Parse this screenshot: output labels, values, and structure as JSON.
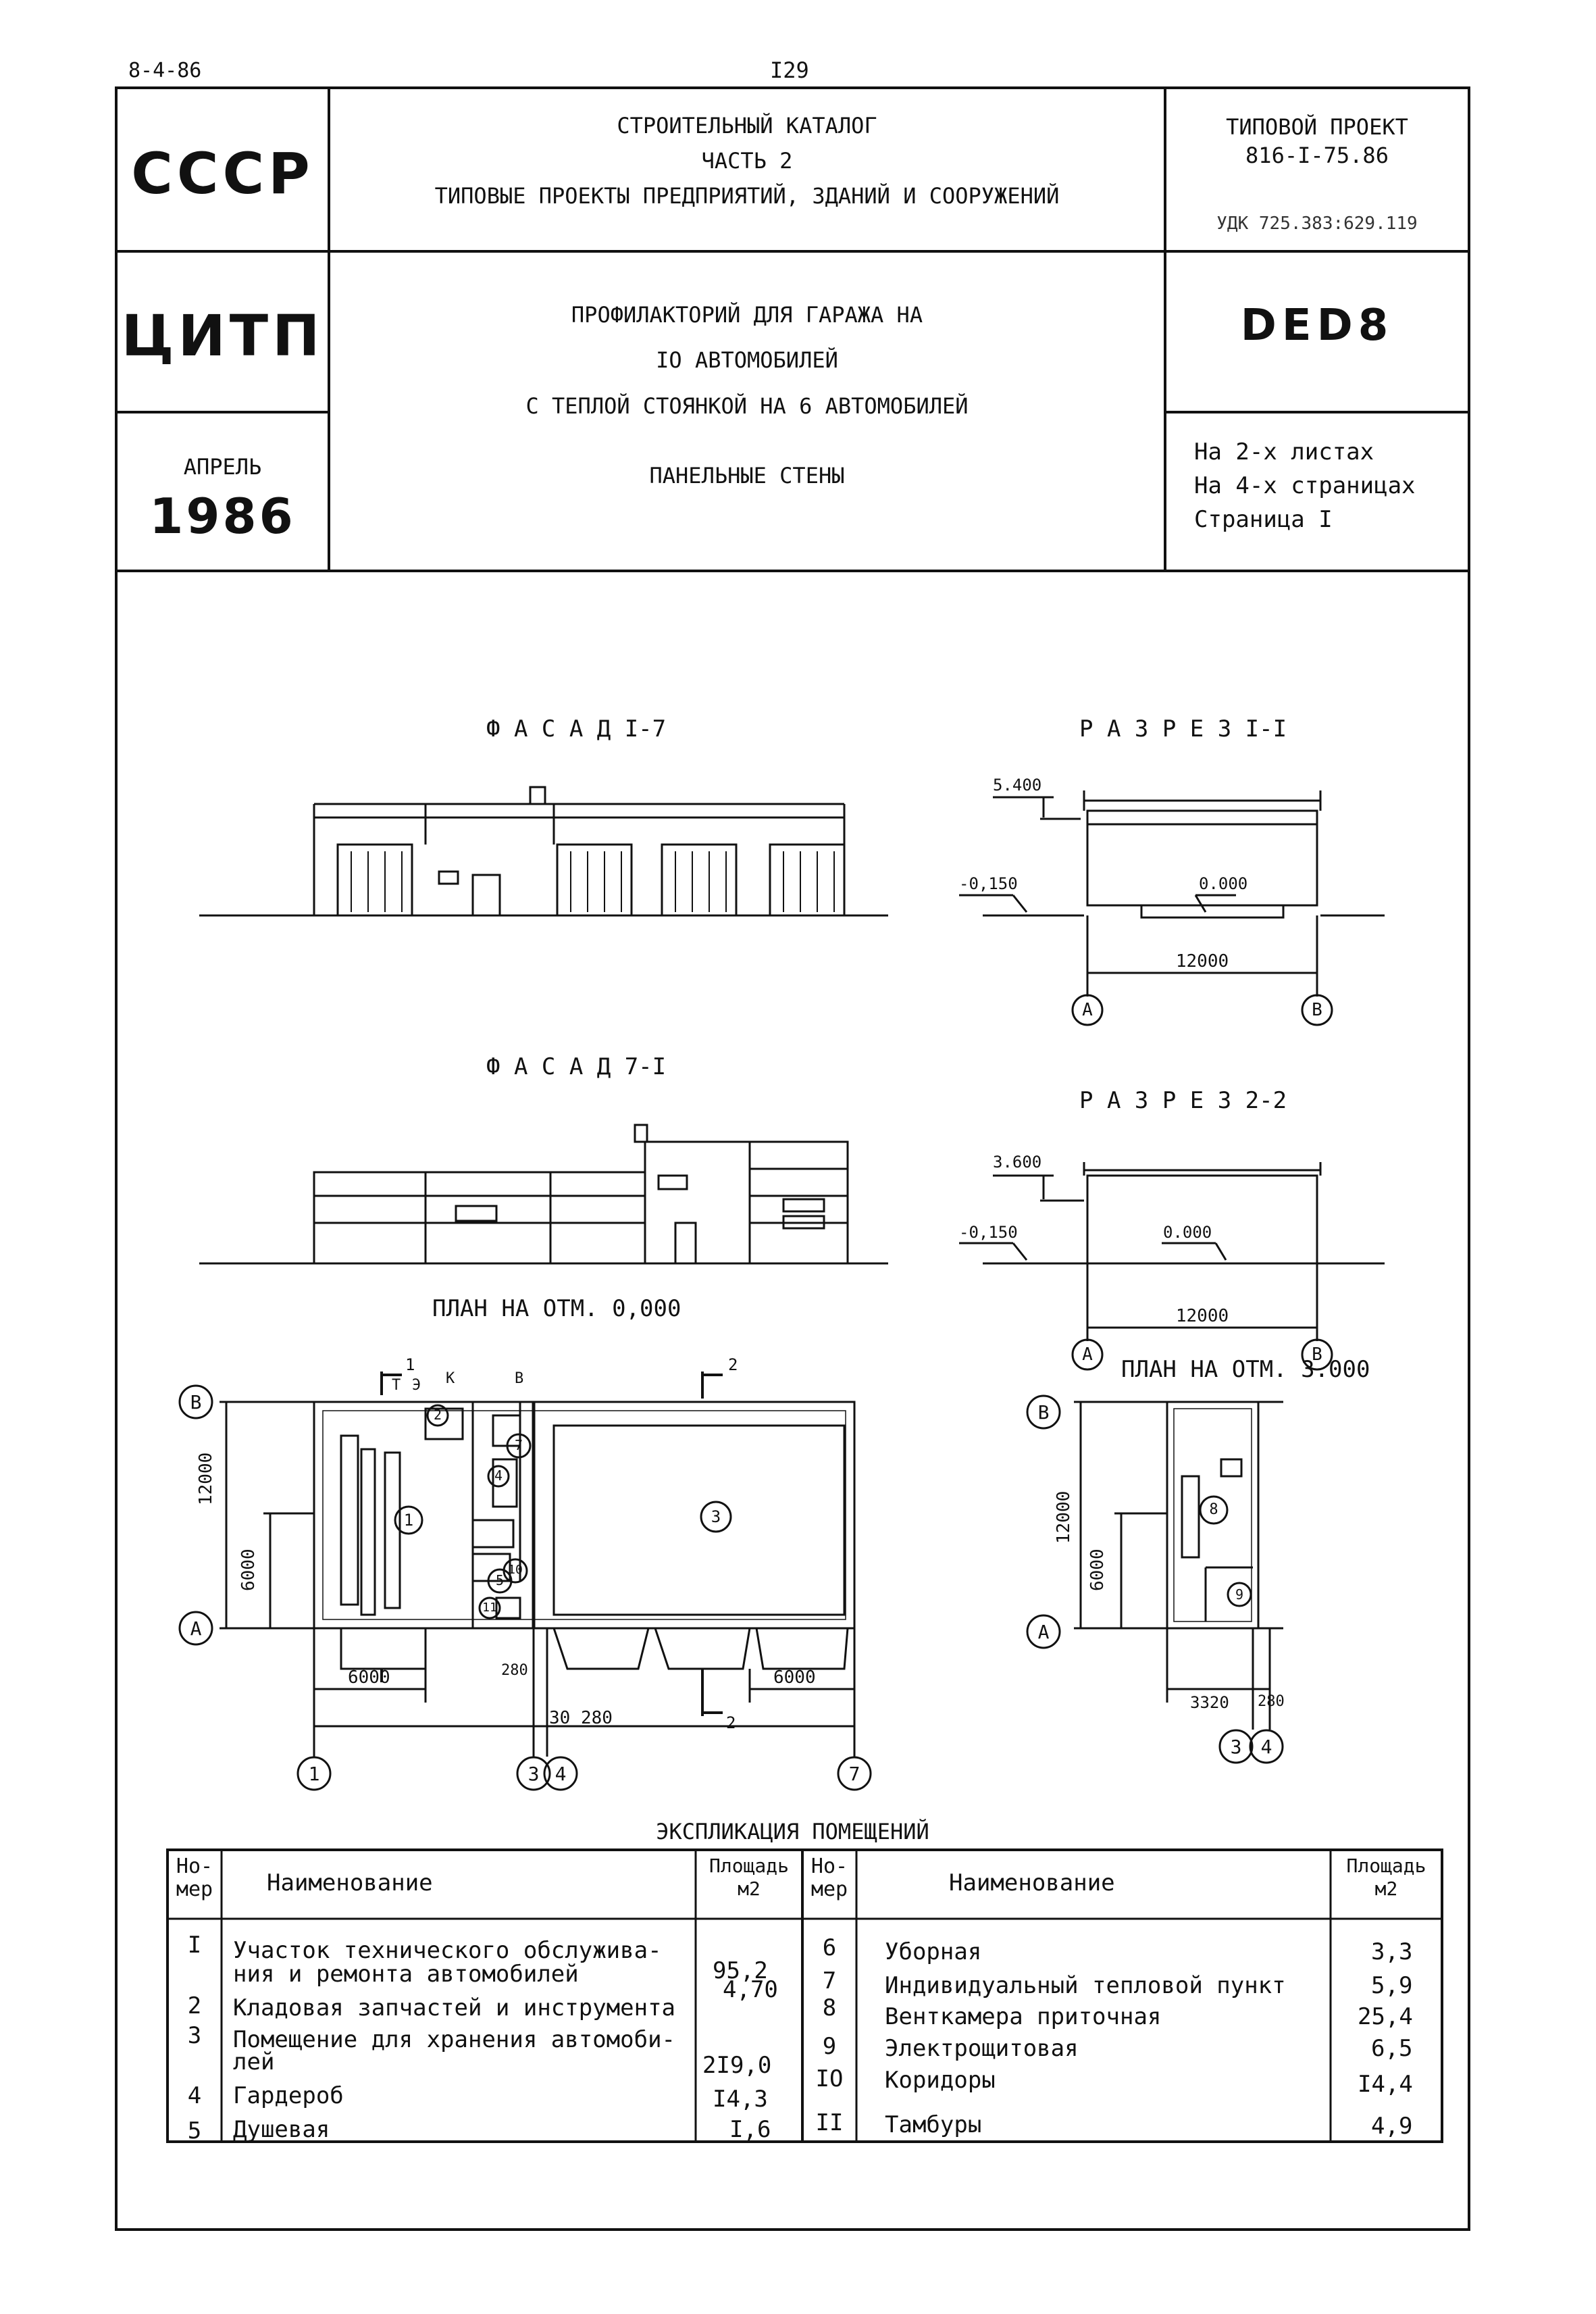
{
  "page": {
    "doc_code": "8-4-86",
    "page_number": "I29"
  },
  "header": {
    "country": "СССР",
    "org": "ЦИТП",
    "month": "АПРЕЛЬ",
    "year": "1986",
    "catalog_line1": "СТРОИТЕЛЬНЫЙ КАТАЛОГ",
    "catalog_line2": "ЧАСТЬ 2",
    "catalog_line3": "ТИПОВЫЕ ПРОЕКТЫ ПРЕДПРИЯТИЙ, ЗДАНИЙ И СООРУЖЕНИЙ",
    "project_label": "ТИПОВОЙ ПРОЕКТ",
    "project_number": "816-I-75.86",
    "udk": "УДК 725.383:629.119",
    "code": "DED8",
    "title_line1": "ПРОФИЛАКТОРИЙ ДЛЯ ГАРАЖА НА",
    "title_line2": "IO АВТОМОБИЛЕЙ",
    "title_line3": "С ТЕПЛОЙ СТОЯНКОЙ НА 6 АВТОМОБИЛЕЙ",
    "title_line4": "ПАНЕЛЬНЫЕ СТЕНЫ",
    "sheets": "На 2-х листах",
    "pages": "На 4-х страницах",
    "page": "Страница I"
  },
  "drawings": {
    "facade_1_7": "Ф А С А Д   I-7",
    "facade_7_1": "Ф А С А Д   7-I",
    "section_1_1": "Р А З Р Е З   I-I",
    "section_2_2": "Р А З Р Е З   2-2",
    "plan_0": "ПЛАН НА ОТМ. 0,000",
    "plan_3": "ПЛАН НА ОТМ. 3.000",
    "sec1_elev_top": "5.400",
    "sec1_elev_low": "-0,150",
    "sec1_elev_floor": "0.000",
    "sec1_span": "12000",
    "sec2_elev_top": "3.600",
    "sec2_elev_low": "-0,150",
    "sec2_elev_floor": "0.000",
    "sec2_span": "12000",
    "axis_a": "A",
    "axis_b": "B",
    "axis_1": "1",
    "axis_3": "3",
    "axis_4": "4",
    "axis_7": "7",
    "dim_12000": "12000",
    "dim_6000": "6000",
    "dim_30280": "30 280",
    "dim_280": "280",
    "dim_3320": "3320",
    "room_1": "1",
    "room_2": "2",
    "room_3": "3",
    "room_4": "4",
    "room_5": "5",
    "room_7": "7",
    "room_8": "8",
    "room_9": "9",
    "room_10": "10",
    "room_11": "11",
    "cut_1": "1",
    "cut_2": "2",
    "mark_k": "К",
    "mark_v": "В",
    "mark_e": "Э",
    "mark_t": "Т"
  },
  "explication": {
    "title": "ЭКСПЛИКАЦИЯ ПОМЕЩЕНИЙ",
    "col_num_1": "Но-",
    "col_num_2": "мер",
    "col_name": "Наименование",
    "col_area_1": "Площадь",
    "col_area_2": "м2",
    "left_rows": [
      {
        "num": "I",
        "name": "Участок технического обслужива-",
        "area": ""
      },
      {
        "num": "",
        "name": "ния и ремонта автомобилей",
        "area": "95,2"
      },
      {
        "num": "2",
        "name": "Кладовая запчастей и инструмента",
        "area": "4,70"
      },
      {
        "num": "3",
        "name": "Помещение для хранения автомоби-",
        "area": ""
      },
      {
        "num": "",
        "name": "лей",
        "area": "2I9,0"
      },
      {
        "num": "4",
        "name": "Гардероб",
        "area": "I4,3"
      },
      {
        "num": "5",
        "name": "Душевая",
        "area": "I,6"
      }
    ],
    "right_rows": [
      {
        "num": "6",
        "name": "Уборная",
        "area": "3,3"
      },
      {
        "num": "7",
        "name": "Индивидуальный тепловой пункт",
        "area": "5,9"
      },
      {
        "num": "8",
        "name": "Венткамера приточная",
        "area": "25,4"
      },
      {
        "num": "9",
        "name": "Электрощитовая",
        "area": "6,5"
      },
      {
        "num": "IO",
        "name": "Коридоры",
        "area": "I4,4"
      },
      {
        "num": "II",
        "name": "Тамбуры",
        "area": "4,9"
      }
    ]
  }
}
